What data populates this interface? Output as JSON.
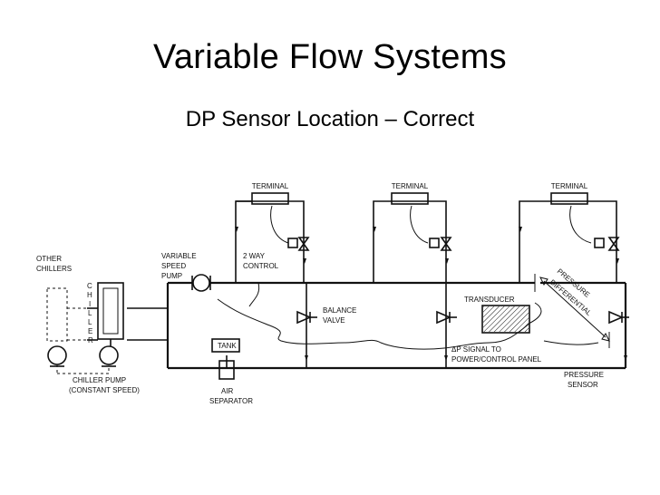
{
  "slide": {
    "title": "Variable Flow Systems",
    "subtitle": "DP Sensor Location – Correct"
  },
  "diagram": {
    "labels": {
      "terminal_1": "TERMINAL",
      "terminal_2": "TERMINAL",
      "terminal_3": "TERMINAL",
      "other_chillers_1": "OTHER",
      "other_chillers_2": "CHILLERS",
      "chiller_letters": [
        "C",
        "H",
        "I",
        "L",
        "L",
        "E",
        "R"
      ],
      "variable_speed_pump_1": "VARIABLE",
      "variable_speed_pump_2": "SPEED",
      "variable_speed_pump_3": "PUMP",
      "two_way_control_1": "2 WAY",
      "two_way_control_2": "CONTROL",
      "balance_valve_1": "BALANCE",
      "balance_valve_2": "VALVE",
      "transducer": "TRANSDUCER",
      "pressure_differential_1": "PRESSURE",
      "pressure_differential_2": "DIFFERENTIAL",
      "tank": "TANK",
      "air_separator_1": "AIR",
      "air_separator_2": "SEPARATOR",
      "dp_signal_1": "ΔP SIGNAL TO",
      "dp_signal_2": "POWER/CONTROL PANEL",
      "pressure_sensor_1": "PRESSURE",
      "pressure_sensor_2": "SENSOR",
      "chiller_pump_1": "CHILLER PUMP",
      "chiller_pump_2": "(CONSTANT SPEED)"
    }
  }
}
